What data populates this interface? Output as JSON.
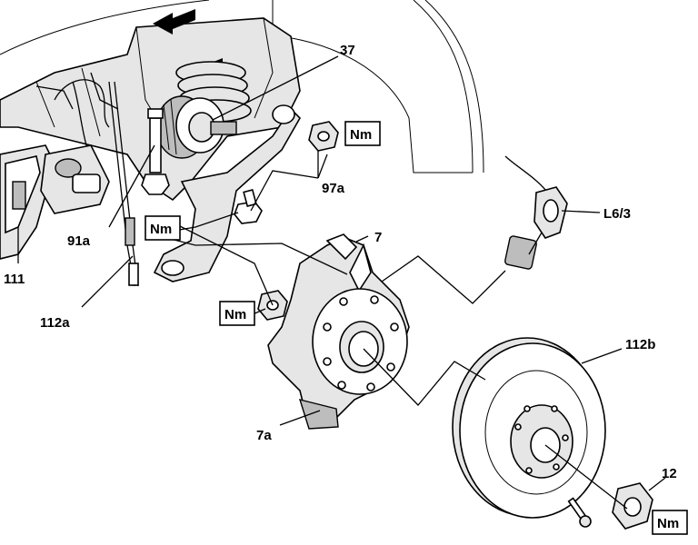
{
  "labels": {
    "l37": "37",
    "l97a": "97a",
    "l91a": "91a",
    "l111": "111",
    "l112a": "112a",
    "l7": "7",
    "l7a": "7a",
    "l112b": "112b",
    "l12": "12",
    "lL63": "L6/3"
  },
  "torque": {
    "nm1": "Nm",
    "nm2": "Nm",
    "nm3": "Nm",
    "nm4": "Nm"
  }
}
